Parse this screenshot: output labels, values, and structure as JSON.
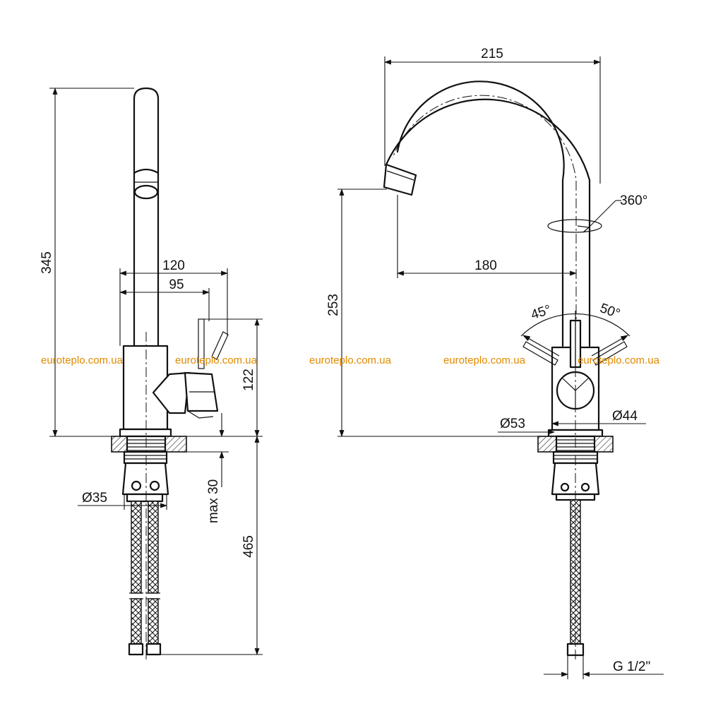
{
  "watermark": "euroteplo.com.ua",
  "side_view": {
    "dim_height_total": "345",
    "dim_reach_120": "120",
    "dim_reach_95": "95",
    "dim_body_height": "122",
    "dim_max_thickness": "max 30",
    "dim_hose_length": "465",
    "dim_diameter_35": "Ø35"
  },
  "front_view": {
    "dim_width_total": "215",
    "dim_spout_reach": "180",
    "dim_spout_height": "253",
    "dim_rotation": "360°",
    "dim_angle_left": "45°",
    "dim_angle_right": "50°",
    "dim_diameter_53": "Ø53",
    "dim_diameter_44": "Ø44",
    "dim_thread": "G 1/2\""
  },
  "colors": {
    "line": "#111111",
    "watermark": "#e08a00",
    "background": "#ffffff"
  }
}
